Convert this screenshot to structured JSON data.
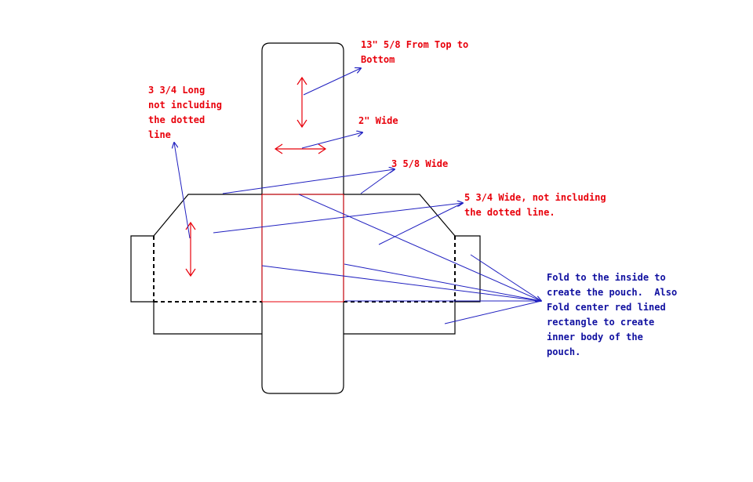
{
  "colors": {
    "outline": "#000000",
    "dimension_arrow": "#e8000b",
    "center_rectangle": "#e8000b",
    "leader_line": "#2020c0",
    "dimension_text": "#e8000b",
    "note_text": "#1010a0"
  },
  "annotations": {
    "height": {
      "lines": [
        "13\" 5/8 From Top to",
        "Bottom"
      ]
    },
    "left_flap_length": {
      "lines": [
        "3 3/4 Long",
        "not including",
        "the dotted",
        "line"
      ]
    },
    "strap_width": {
      "lines": [
        "2\" Wide"
      ]
    },
    "center_width": {
      "lines": [
        "3 5/8 Wide"
      ]
    },
    "body_width": {
      "lines": [
        "5 3/4 Wide, not including",
        "the dotted line."
      ]
    },
    "fold_note": {
      "lines": [
        "Fold to the inside to",
        "create the pouch.  Also",
        "Fold center red lined",
        "rectangle to create",
        "inner body of the",
        "pouch."
      ]
    }
  }
}
